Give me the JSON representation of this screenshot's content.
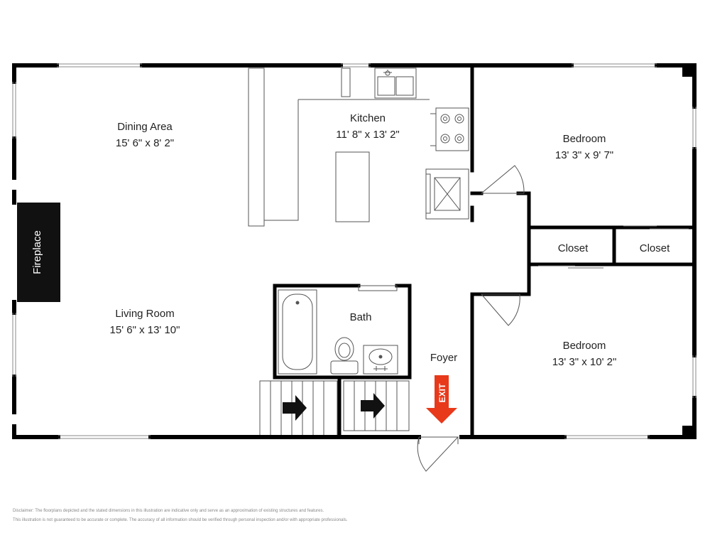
{
  "rooms": {
    "dining": {
      "name": "Dining Area",
      "dims": "15' 6\" x 8' 2\""
    },
    "kitchen": {
      "name": "Kitchen",
      "dims": "11' 8\" x 13' 2\""
    },
    "bedroom1": {
      "name": "Bedroom",
      "dims": "13' 3\" x 9' 7\""
    },
    "closet1": {
      "name": "Closet"
    },
    "closet2": {
      "name": "Closet"
    },
    "living": {
      "name": "Living Room",
      "dims": "15' 6\" x 13' 10\""
    },
    "bath": {
      "name": "Bath"
    },
    "foyer": {
      "name": "Foyer"
    },
    "bedroom2": {
      "name": "Bedroom",
      "dims": "13' 3\" x 10' 2\""
    }
  },
  "fixtures": {
    "fireplace": "Fireplace",
    "exit": "EXIT"
  },
  "disclaimer": {
    "line1": "Disclaimer: The floorplans depicted and the stated dimensions in this illustration are indicative only and serve as an approximation of existing structures and features.",
    "line2": "This illustration is not guaranteed to be accurate or complete. The accuracy of all information should be verified through personal inspection and/or with appropriate professionals."
  },
  "colors": {
    "wall": "#000000",
    "exit_arrow": "#e8391b",
    "background": "#ffffff"
  }
}
